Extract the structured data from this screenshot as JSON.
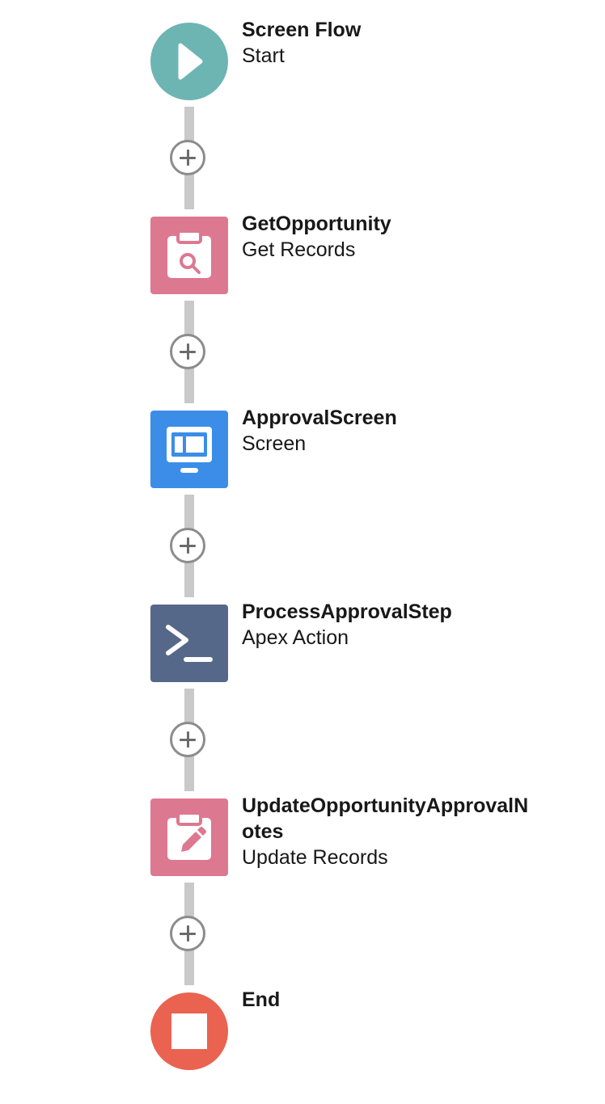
{
  "colors": {
    "start": "#6db5b3",
    "get_records": "#dd7891",
    "screen": "#3b8de8",
    "apex_action": "#566889",
    "update_records": "#dd7891",
    "end": "#ea6350",
    "connector": "#c9c9c9"
  },
  "nodes": [
    {
      "id": "start",
      "title": "Screen Flow",
      "subtitle": "Start",
      "icon": "play-icon"
    },
    {
      "id": "get-opportunity",
      "title": "GetOpportunity",
      "subtitle": "Get Records",
      "icon": "clipboard-search-icon"
    },
    {
      "id": "approval-screen",
      "title": "ApprovalScreen",
      "subtitle": "Screen",
      "icon": "monitor-icon"
    },
    {
      "id": "process-approval-step",
      "title": "ProcessApprovalStep",
      "subtitle": "Apex Action",
      "icon": "terminal-icon"
    },
    {
      "id": "update-opportunity",
      "title": "UpdateOpportunityApprovalNotes",
      "subtitle": "Update Records",
      "icon": "clipboard-edit-icon"
    },
    {
      "id": "end",
      "title": "End",
      "subtitle": "",
      "icon": "stop-icon"
    }
  ]
}
